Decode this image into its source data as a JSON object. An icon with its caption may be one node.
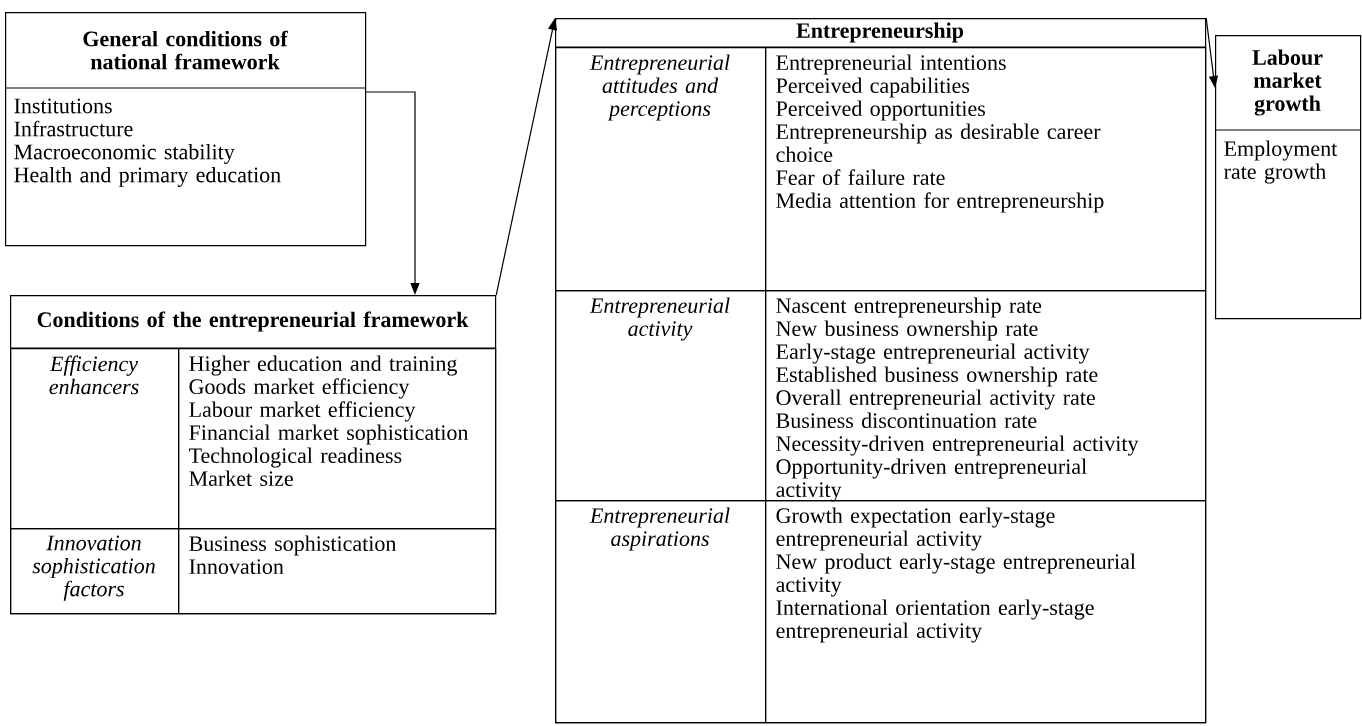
{
  "diagram": {
    "nodes": [
      {
        "text": [
          "General conditions of national framework",
          "Institutions",
          "Infrastructure",
          "Macroeconomic stability",
          "Health and primary education"
        ]
      },
      {
        "text": [
          "Conditions of the entrepreneurial framework"
        ]
      },
      {
        "text": [
          "Efficiency enhancers"
        ],
        "in": 1
      },
      {
        "text": [
          "Higher education and training",
          "Goods market efficiency",
          "Labour market efficiency",
          "Financial market sophistication",
          "Technological readiness",
          "Market size"
        ],
        "in": 1
      },
      {
        "text": [
          "Innovation sophistication factors"
        ],
        "in": 1
      },
      {
        "text": [
          "Business sophistication",
          "Innovation"
        ],
        "in": 1
      },
      {
        "text": [
          "Entrepreneurship"
        ]
      },
      {
        "text": [
          "Entrepreneurial attitudes and perceptions"
        ],
        "in": 6
      },
      {
        "text": [
          "Entrepreneurial intentions",
          "Perceived capabilities",
          "Perceived opportunities",
          "Entrepreneurship as desirable career choice",
          "Fear of failure rate",
          "Media attention for entrepreneurship"
        ],
        "in": 6
      },
      {
        "text": [
          "Entrepreneurial activity"
        ],
        "in": 6
      },
      {
        "text": [
          "Nascent entrepreneurship rate",
          "New business ownership rate",
          "Early-stage entrepreneurial activity",
          "Established business ownership rate",
          "Overall entrepreneurial activity rate",
          "Business discontinuation rate",
          "Necessity-driven entrepreneurial activity",
          "Opportunity-driven entrepreneurial activity"
        ],
        "in": 6
      },
      {
        "text": [
          "Entrepreneurial aspirations"
        ],
        "in": 6
      },
      {
        "text": [
          "Growth expectation early-stage entrepreneurial activity",
          "New product early-stage entrepreneurial activity",
          "International orientation early-stage entrepreneurial activity"
        ],
        "in": 6
      },
      {
        "text": [
          "Labour market growth",
          "Employment rate growth"
        ]
      }
    ],
    "edges": [
      {
        "from": 0,
        "to": 1,
        "arrow": "to"
      },
      {
        "from": 1,
        "to": 6,
        "arrow": "to"
      },
      {
        "from": 6,
        "to": 13,
        "arrow": "to"
      }
    ]
  }
}
